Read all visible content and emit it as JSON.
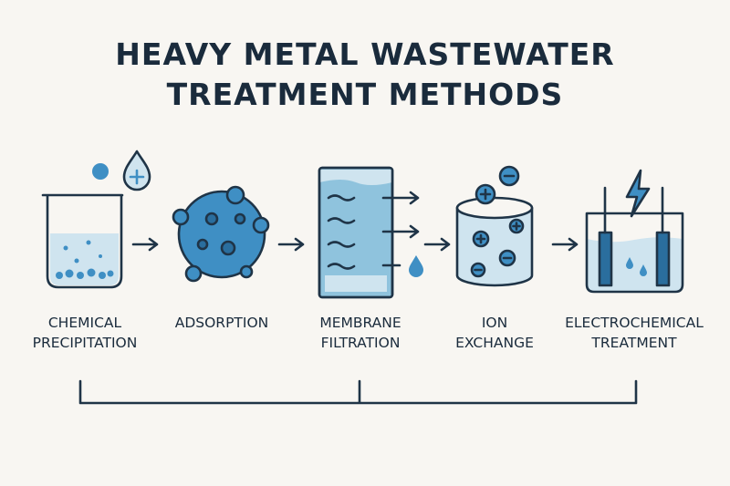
{
  "title": {
    "line1": "HEAVY METAL WASTEWATER",
    "line2": "TREATMENT METHODS"
  },
  "methods": [
    {
      "line1": "CHEMICAL",
      "line2": "PRECIPITATION",
      "icon": "beaker-icon"
    },
    {
      "line1": "ADSORPTION",
      "line2": "",
      "icon": "adsorbent-particle-icon"
    },
    {
      "line1": "MEMBRANE",
      "line2": "FILTRATION",
      "icon": "membrane-filter-icon"
    },
    {
      "line1": "ION",
      "line2": "EXCHANGE",
      "icon": "ion-exchange-column-icon"
    },
    {
      "line1": "ELECTROCHEMICAL",
      "line2": "TREATMENT",
      "icon": "electrochemical-cell-icon"
    }
  ],
  "colors": {
    "outline": "#1f3447",
    "water_light": "#cfe4ef",
    "water_mid": "#8fc3dd",
    "blue": "#3f8fc4",
    "dark_blue": "#2a6e9e",
    "background": "#f8f6f2"
  }
}
